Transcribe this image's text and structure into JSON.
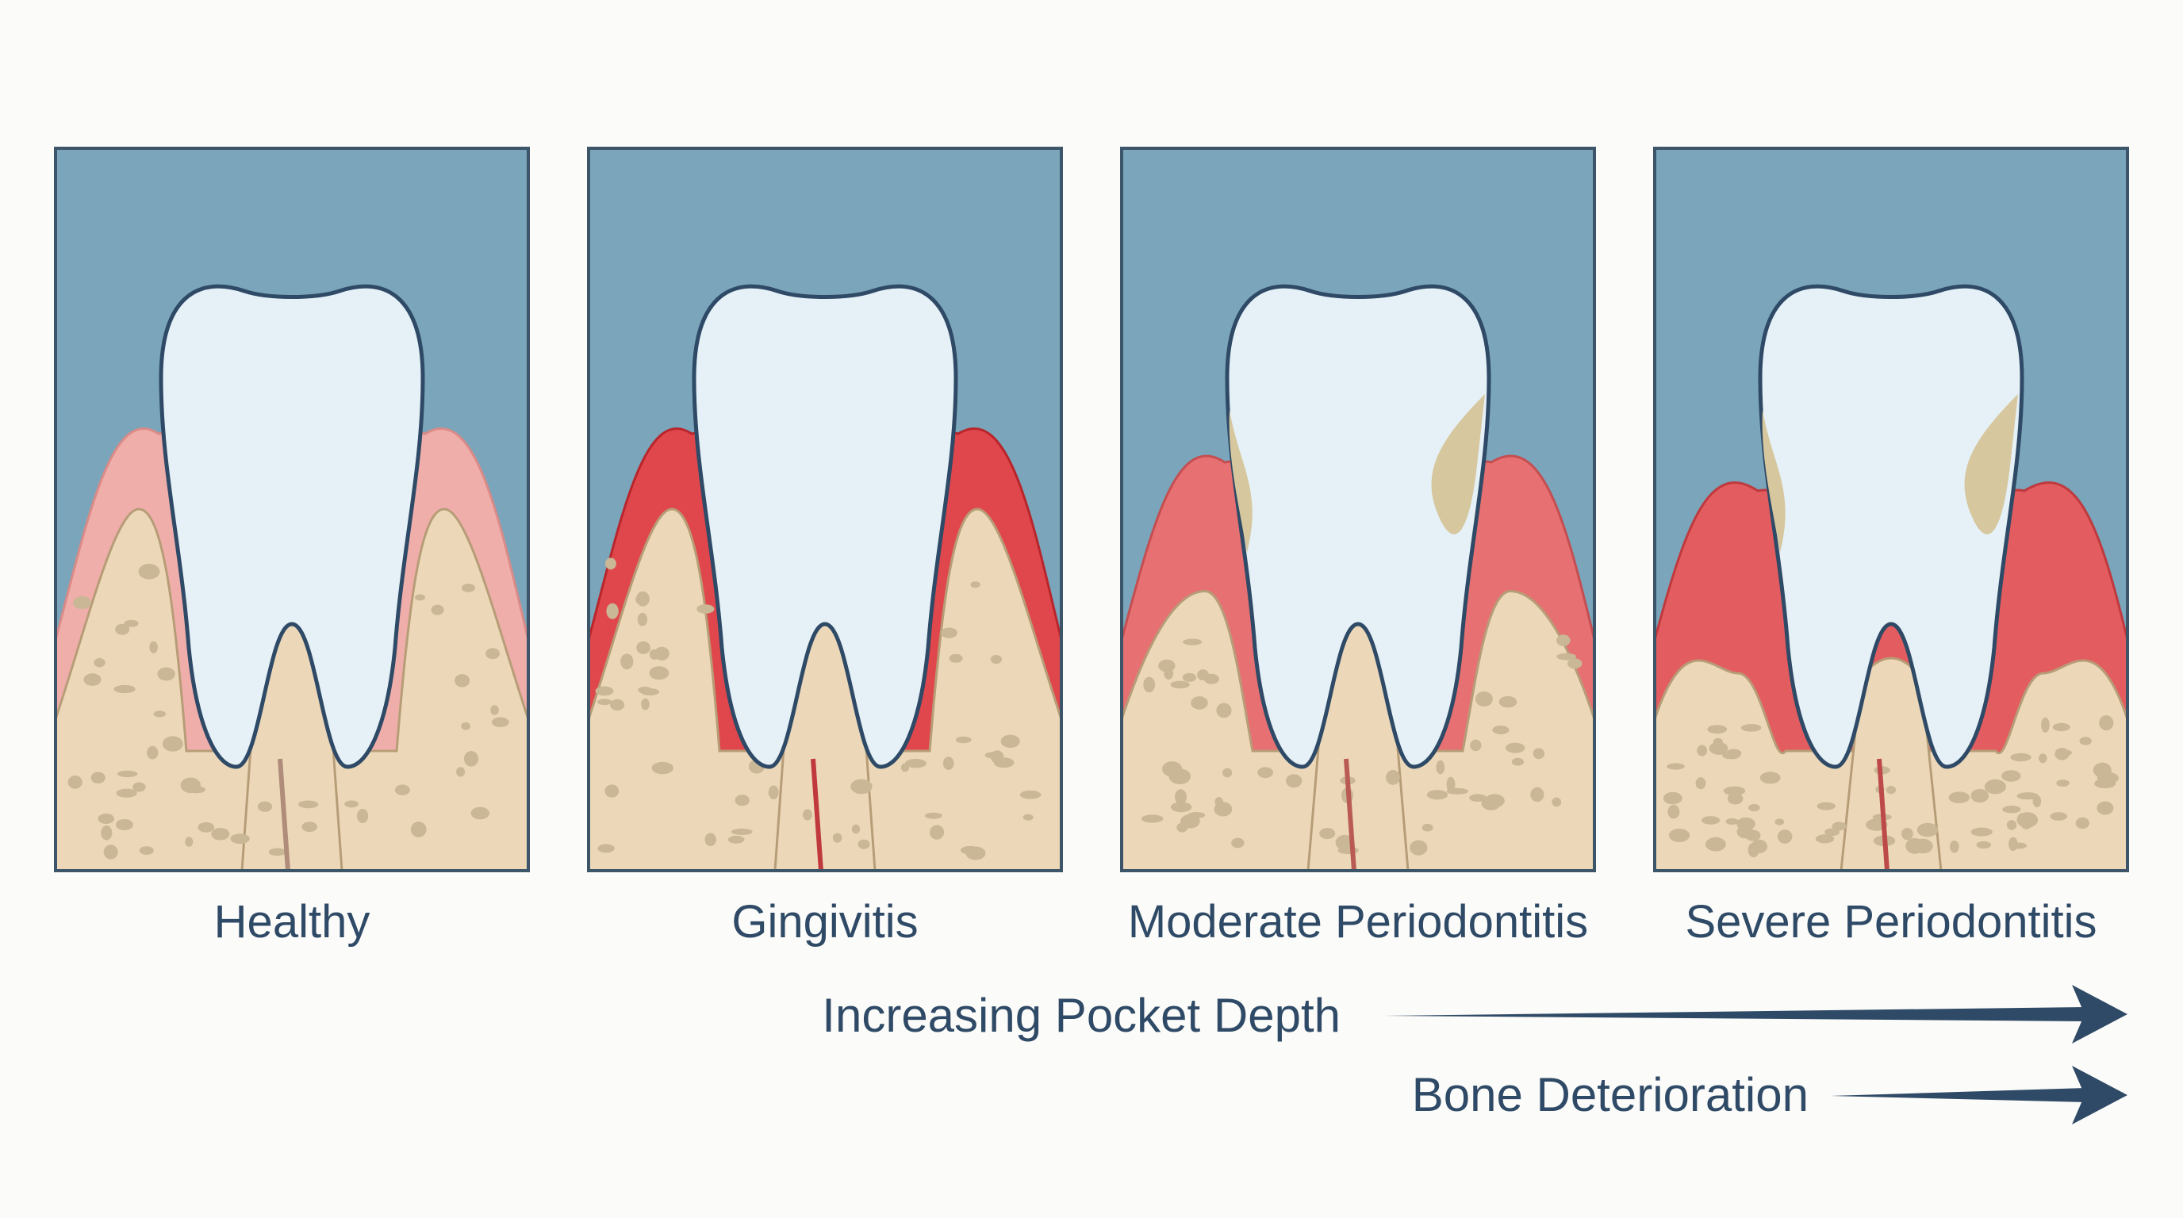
{
  "stages": [
    {
      "label": "Healthy",
      "inflammation": 0.0,
      "bone_loss": 0.0,
      "tartar": false
    },
    {
      "label": "Gingivitis",
      "inflammation": 1.0,
      "bone_loss": 0.0,
      "tartar": false
    },
    {
      "label": "Moderate Periodontitis",
      "inflammation": 0.6,
      "bone_loss": 0.45,
      "tartar": true
    },
    {
      "label": "Severe Periodontitis",
      "inflammation": 0.8,
      "bone_loss": 0.9,
      "tartar": true
    }
  ],
  "arrows": [
    {
      "label": "Increasing Pocket Depth"
    },
    {
      "label": "Bone Deterioration"
    }
  ],
  "colors": {
    "background": "#fbfbf9",
    "sky": "#7aa5bb",
    "frame": "#3d5569",
    "gum": "#f0aeab",
    "gum_inflamed": "#e0474c",
    "bone": "#ecd8b8",
    "bone_spot": "#c9b796",
    "tooth": "#e6f1f7",
    "tooth_outline": "#2f4a66",
    "tartar": "#d6c79e",
    "arrow": "#2f4a66"
  }
}
